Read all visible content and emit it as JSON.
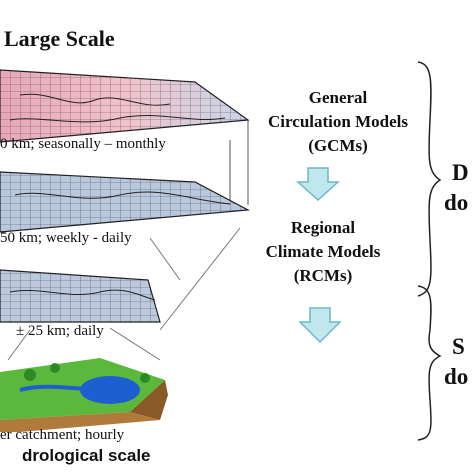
{
  "title": "Large Scale",
  "levels": [
    {
      "resolution_label": "0 km; seasonally – monthly"
    },
    {
      "resolution_label": "50 km; weekly - daily"
    },
    {
      "resolution_label": "± 25 km; daily"
    },
    {
      "resolution_label": "er catchment; hourly"
    }
  ],
  "hydrological_label": "drological scale",
  "models": [
    {
      "line1": "General",
      "line2": "Circulation Models",
      "line3": "(GCMs)"
    },
    {
      "line1": "Regional",
      "line2": "Climate Models",
      "line3": "(RCMs)"
    }
  ],
  "right_labels": [
    {
      "line1": "D",
      "line2": "do"
    },
    {
      "line1": "S",
      "line2": "do"
    }
  ],
  "colors": {
    "grid_panel": "#b9c8dc",
    "arrow_fill": "#bfe7ec",
    "arrow_stroke": "#6fb7c4",
    "land": "#59b53a",
    "water": "#1d5fd1"
  }
}
